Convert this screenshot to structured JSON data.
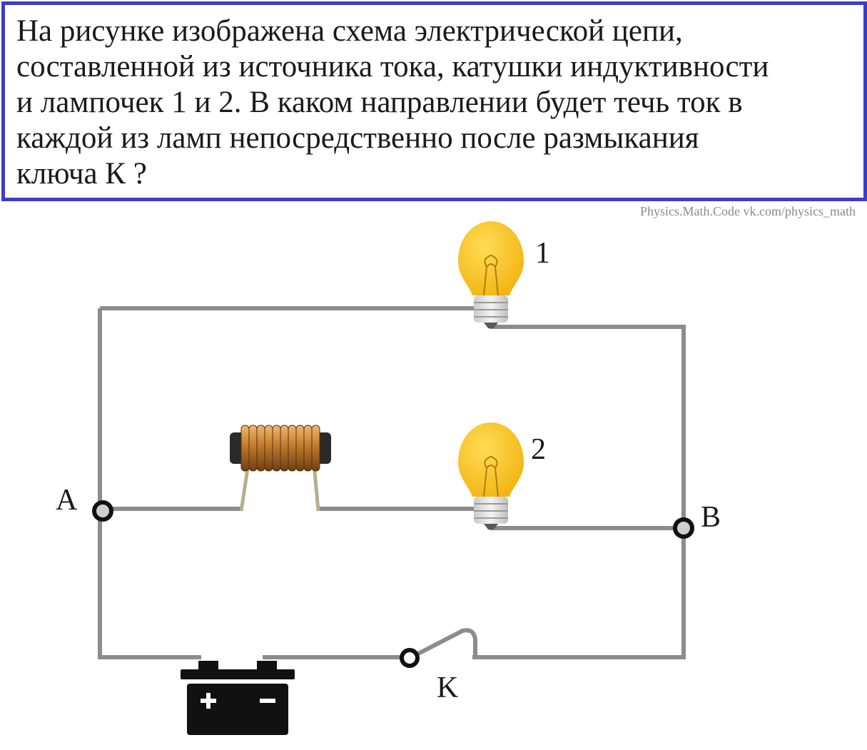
{
  "question": {
    "text": "На рисунке изображена схема электрической цепи,\nсоставленной из источника тока, катушки индуктивности\nи лампочек 1 и 2. В каком направлении будет течь ток в\nкаждой из ламп непосредственно после размыкания\nключа К ?"
  },
  "credit": "Physics.Math.Code vk.com/physics_math",
  "diagram": {
    "labels": {
      "lamp1": "1",
      "lamp2": "2",
      "node_a": "A",
      "node_b": "B",
      "switch": "K"
    },
    "colors": {
      "frame": "#3d3dc9",
      "wire": "#8c8c8c",
      "bulb": "#f7c21e",
      "coil": "#b8732a"
    }
  }
}
